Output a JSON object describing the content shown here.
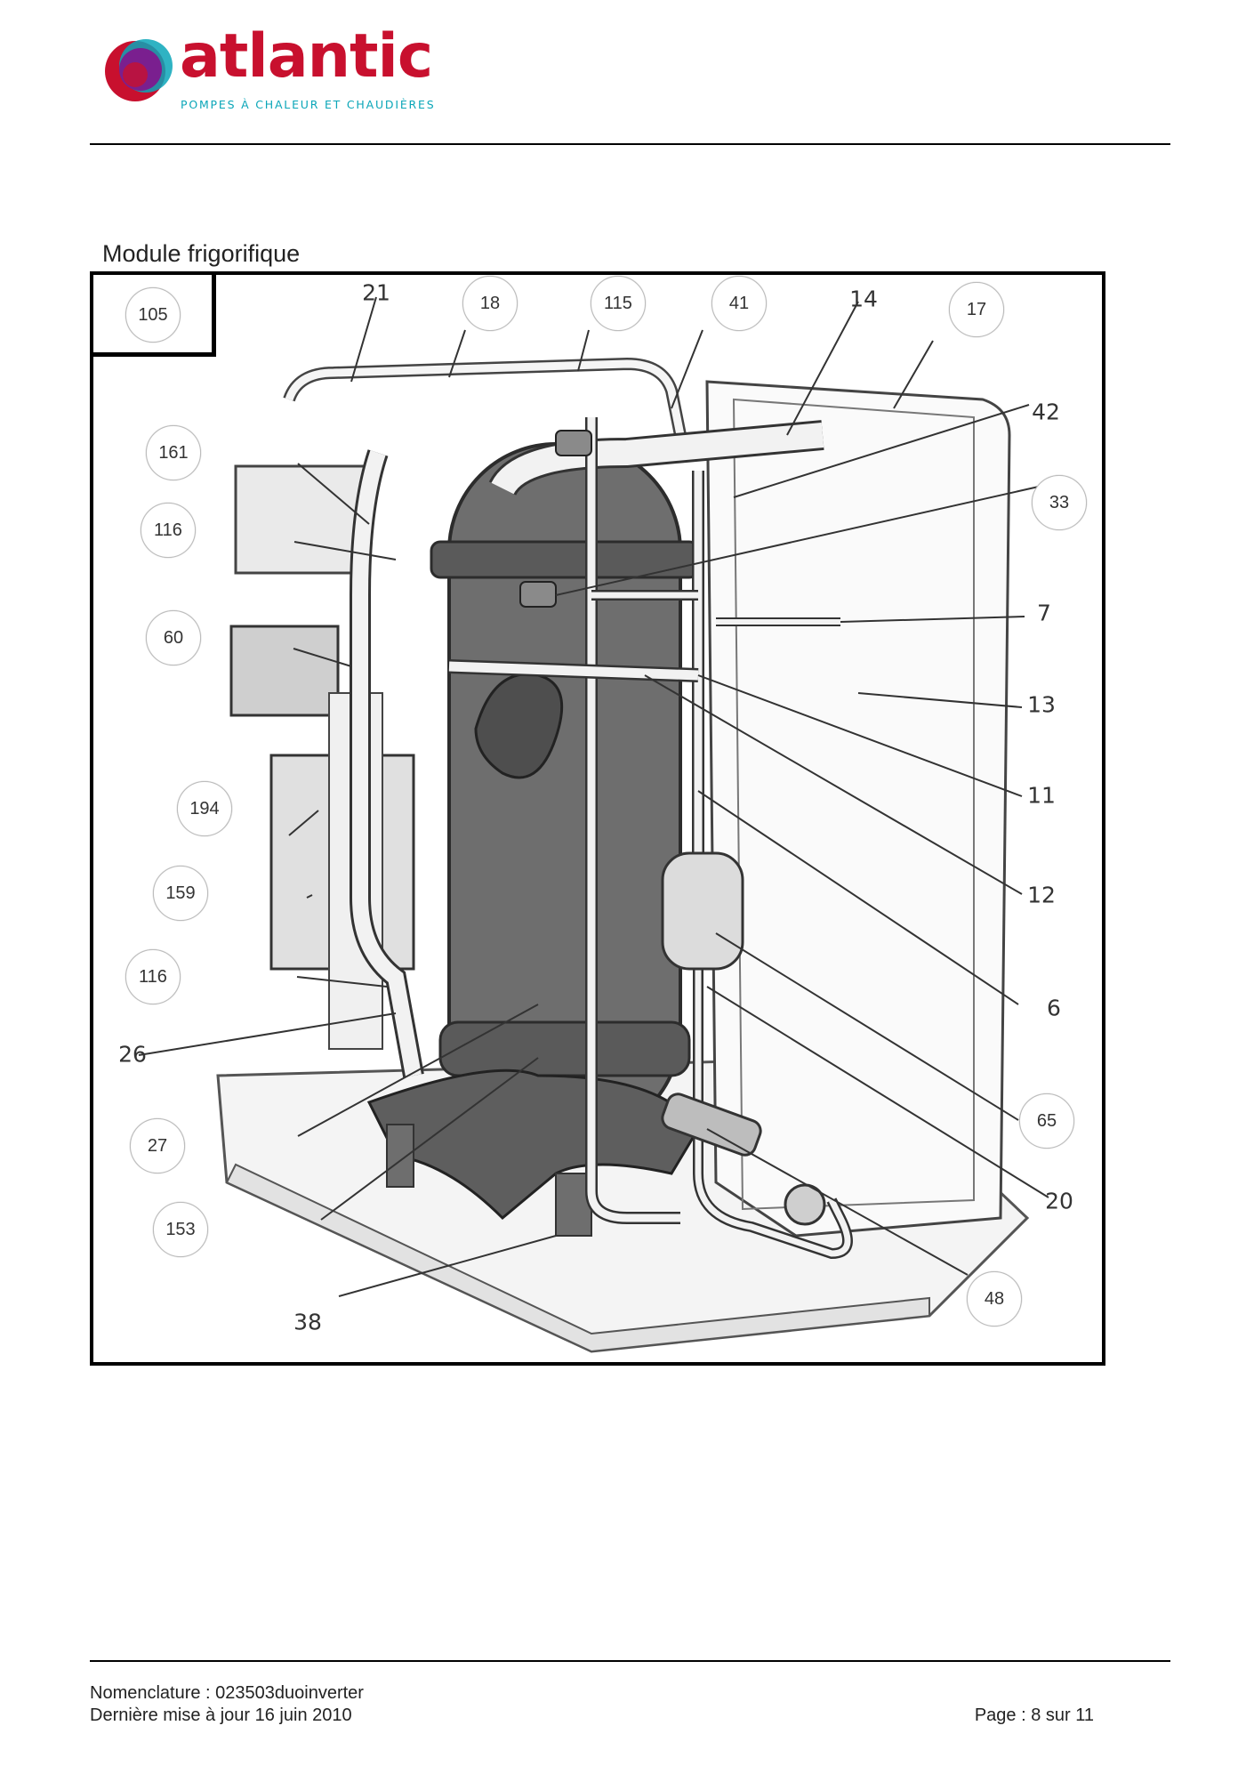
{
  "header": {
    "brand": "atlantic",
    "tagline": "POMPES À CHALEUR ET CHAUDIÈRES",
    "brand_colors": {
      "red": "#c8102e",
      "purple": "#7a1f8f",
      "teal": "#0aa6b8"
    }
  },
  "section_title": "Module frigorifique",
  "figure": {
    "box_label": "105",
    "callouts": [
      {
        "label": "18"
      },
      {
        "label": "115"
      },
      {
        "label": "41"
      },
      {
        "label": "17"
      },
      {
        "label": "161"
      },
      {
        "label": "116"
      },
      {
        "label": "60"
      },
      {
        "label": "33"
      },
      {
        "label": "194"
      },
      {
        "label": "159"
      },
      {
        "label": "116"
      },
      {
        "label": "27"
      },
      {
        "label": "153"
      },
      {
        "label": "65"
      },
      {
        "label": "48"
      }
    ],
    "numbers": [
      {
        "label": "21"
      },
      {
        "label": "14"
      },
      {
        "label": "42"
      },
      {
        "label": "7"
      },
      {
        "label": "13"
      },
      {
        "label": "11"
      },
      {
        "label": "12"
      },
      {
        "label": "6"
      },
      {
        "label": "26"
      },
      {
        "label": "20"
      },
      {
        "label": "38"
      }
    ]
  },
  "footer": {
    "nomenclature": "Nomenclature : 023503duoinverter",
    "updated": "Dernière mise à jour 16 juin 2010",
    "page": "Page : 8 sur 11"
  }
}
